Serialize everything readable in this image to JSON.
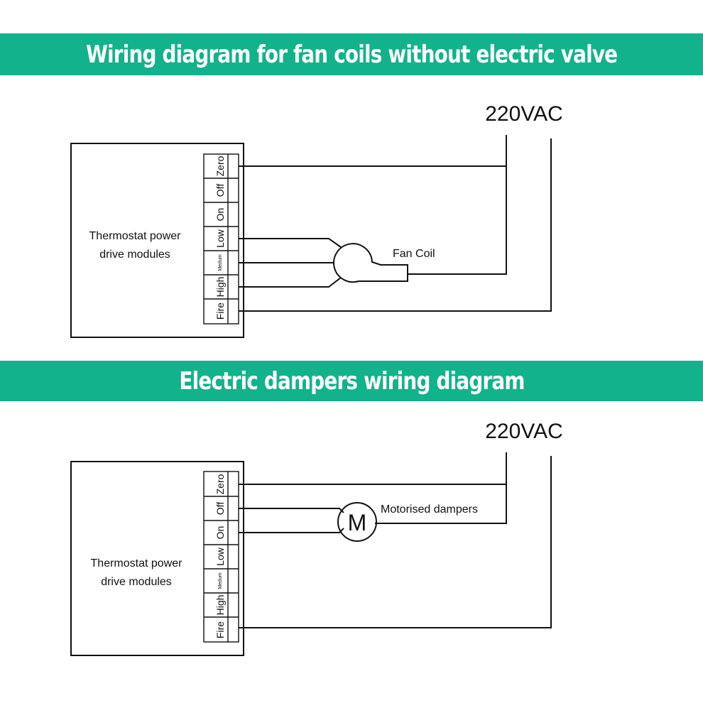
{
  "colors": {
    "banner": "#12b28c",
    "line": "#111111",
    "text": "#111111"
  },
  "sections": [
    {
      "title": "Wiring diagram for fan coils without electric valve",
      "supply_label": "220VAC",
      "module_label_line1": "Thermostat power",
      "module_label_line2": "drive modules",
      "terminals": [
        "Zero",
        "Off",
        "On",
        "Low",
        "Medum",
        "High",
        "Fire"
      ],
      "device_label": "Fan Coil",
      "device_icon": "fan-coil-icon"
    },
    {
      "title": "Electric dampers wiring diagram",
      "supply_label": "220VAC",
      "module_label_line1": "Thermostat power",
      "module_label_line2": "drive modules",
      "terminals": [
        "Zero",
        "Off",
        "On",
        "Low",
        "Medum",
        "High",
        "Fire"
      ],
      "device_label": "Motorised dampers",
      "device_icon": "motor-icon",
      "motor_symbol": "M"
    }
  ]
}
